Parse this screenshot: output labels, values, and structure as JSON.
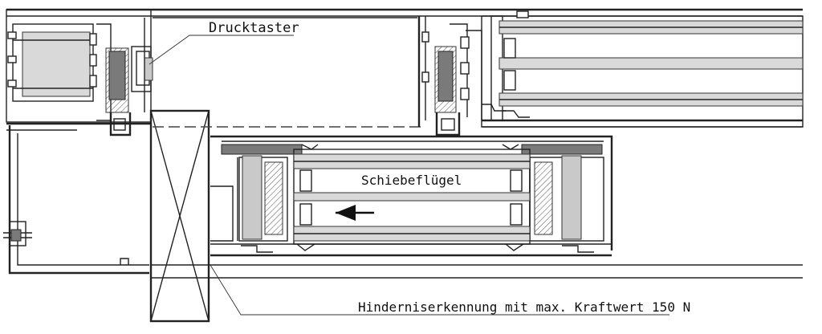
{
  "labels": {
    "push_button": "Drucktaster",
    "sliding_sash": "Schiebeflügel",
    "obstacle_detection": "Hinderniserkennung mit max. Kraftwert 150 N"
  },
  "colors": {
    "line": "#222222",
    "glass": "#d9d9d9",
    "seal": "#7a7a7a"
  }
}
